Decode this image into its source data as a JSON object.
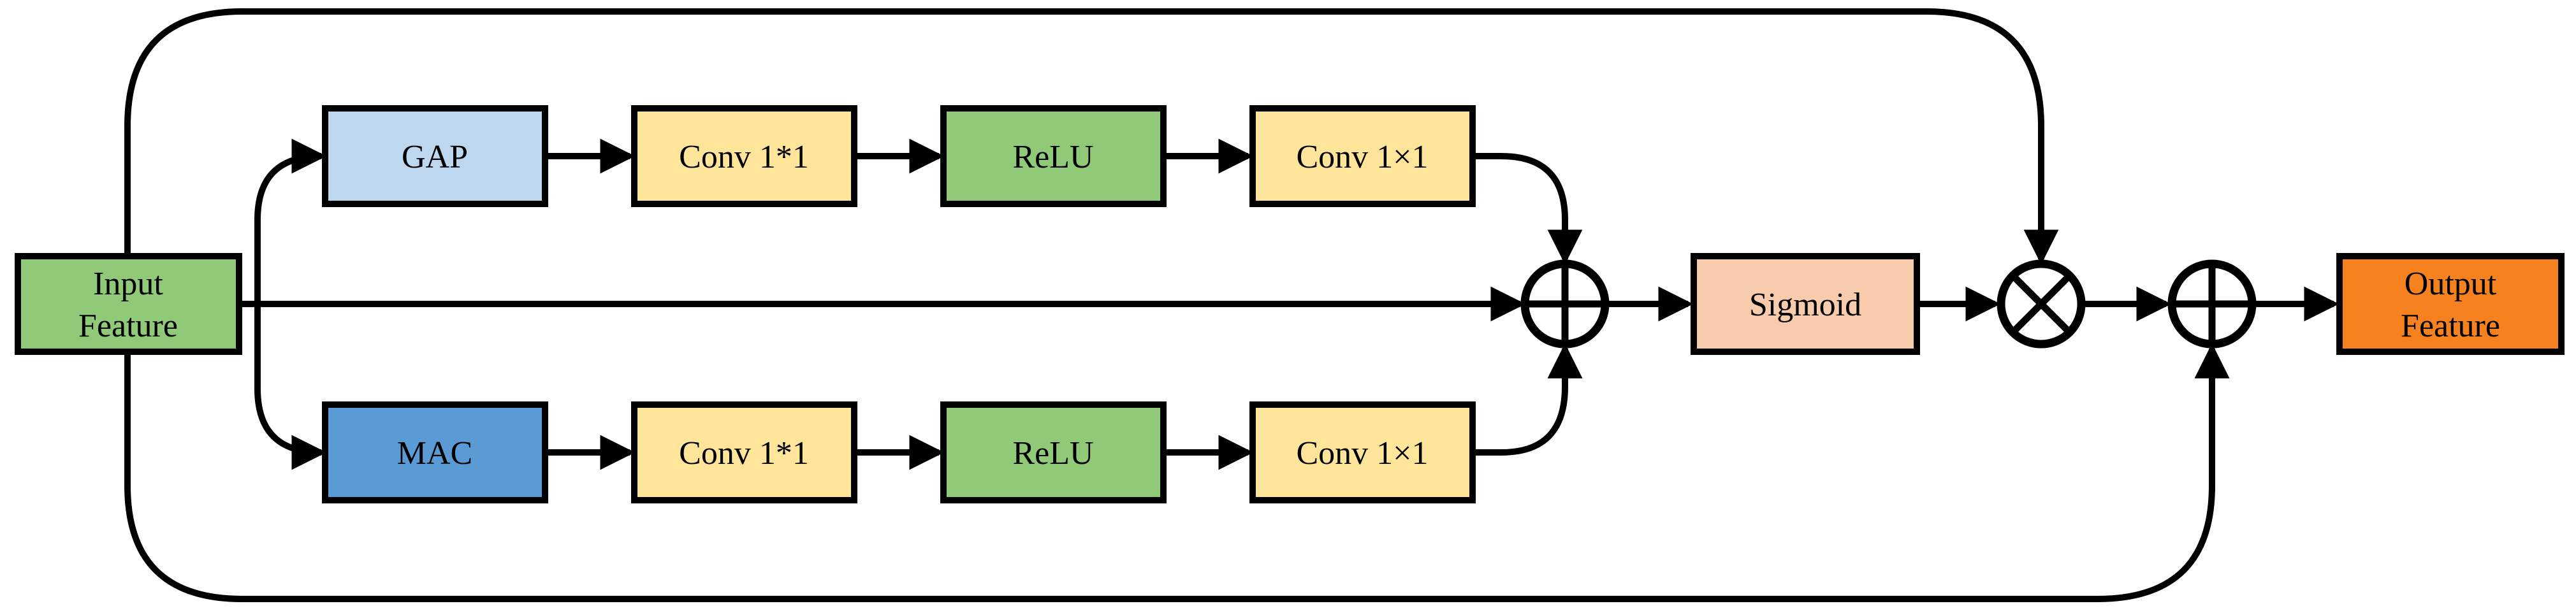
{
  "diagram": {
    "background": "#FFFFFF",
    "line_color": "#000000"
  },
  "nodes": {
    "input": {
      "label_lines": [
        "Input",
        "Feature"
      ],
      "color": "#90C977"
    },
    "gap": {
      "label": "GAP",
      "color": "#BDD7EE"
    },
    "conv_top_1": {
      "label": "Conv 1*1",
      "color": "#FFE599"
    },
    "relu_top": {
      "label": "ReLU",
      "color": "#90C977"
    },
    "conv_top_2": {
      "label": "Conv 1×1",
      "color": "#FFE599"
    },
    "mac": {
      "label": "MAC",
      "color": "#5B9BD5"
    },
    "conv_bottom_1": {
      "label": "Conv 1*1",
      "color": "#FFE599"
    },
    "relu_bottom": {
      "label": "ReLU",
      "color": "#90C977"
    },
    "conv_bottom_2": {
      "label": "Conv 1×1",
      "color": "#FFE599"
    },
    "sigmoid": {
      "label": "Sigmoid",
      "color": "#F8CBAD"
    },
    "output": {
      "label_lines": [
        "Output",
        "Feature"
      ],
      "color": "#F5821F"
    }
  },
  "operators": [
    {
      "id": "add-merge",
      "symbol": "circled-plus"
    },
    {
      "id": "multiply",
      "symbol": "circled-times"
    },
    {
      "id": "add-residual",
      "symbol": "circled-plus"
    }
  ],
  "edges": [
    {
      "from": "input",
      "to": "gap"
    },
    {
      "from": "input",
      "to": "mac"
    },
    {
      "from": "input",
      "to": "add-merge"
    },
    {
      "from": "input",
      "to": "multiply"
    },
    {
      "from": "input",
      "to": "add-residual"
    },
    {
      "from": "gap",
      "to": "conv_top_1"
    },
    {
      "from": "conv_top_1",
      "to": "relu_top"
    },
    {
      "from": "relu_top",
      "to": "conv_top_2"
    },
    {
      "from": "conv_top_2",
      "to": "add-merge"
    },
    {
      "from": "mac",
      "to": "conv_bottom_1"
    },
    {
      "from": "conv_bottom_1",
      "to": "relu_bottom"
    },
    {
      "from": "relu_bottom",
      "to": "conv_bottom_2"
    },
    {
      "from": "conv_bottom_2",
      "to": "add-merge"
    },
    {
      "from": "add-merge",
      "to": "sigmoid"
    },
    {
      "from": "sigmoid",
      "to": "multiply"
    },
    {
      "from": "multiply",
      "to": "add-residual"
    },
    {
      "from": "add-residual",
      "to": "output"
    }
  ]
}
